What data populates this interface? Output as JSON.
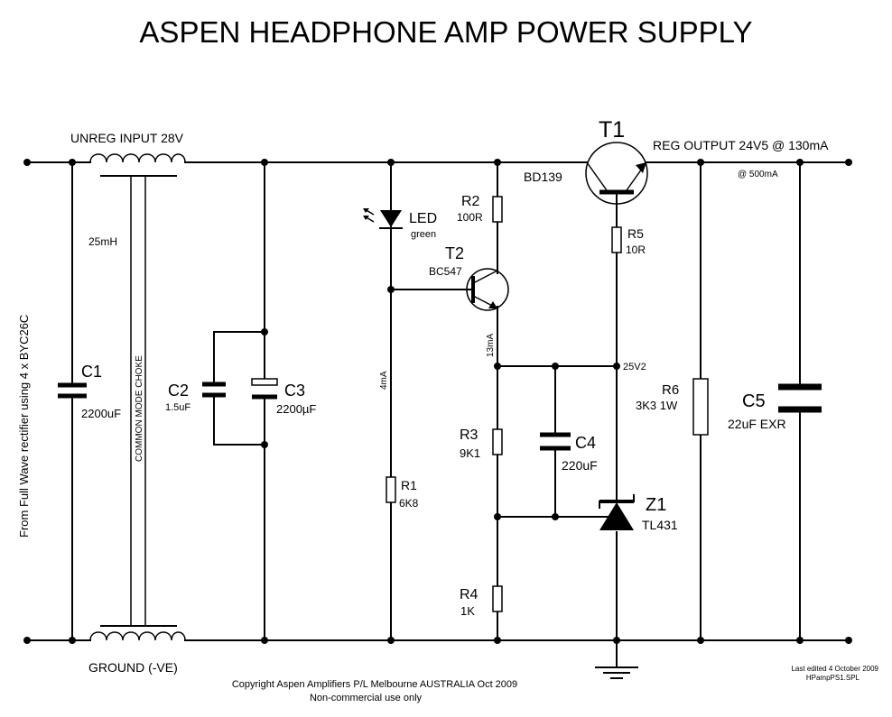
{
  "title": "ASPEN HEADPHONE AMP POWER SUPPLY",
  "input": {
    "label": "UNREG INPUT 28V",
    "ground_label": "GROUND (-VE)",
    "source_note": "From Full Wave rectifier using 4 x BYC26C"
  },
  "choke": {
    "inductance": "25mH",
    "label": "COMMON MODE CHOKE"
  },
  "output": {
    "label": "REG OUTPUT 24V5 @ 130mA",
    "max_current": "@ 500mA"
  },
  "components": {
    "C1": {
      "ref": "C1",
      "value": "2200uF"
    },
    "C2": {
      "ref": "C2",
      "value": "1.5uF"
    },
    "C3": {
      "ref": "C3",
      "value": "2200µF"
    },
    "LED": {
      "ref": "LED",
      "color": "green"
    },
    "R1": {
      "ref": "R1",
      "value": "6K8"
    },
    "R2": {
      "ref": "R2",
      "value": "100R"
    },
    "T2": {
      "ref": "T2",
      "part": "BC547"
    },
    "T1": {
      "ref": "T1",
      "part": "BD139"
    },
    "R5": {
      "ref": "R5",
      "value": "10R"
    },
    "R3": {
      "ref": "R3",
      "value": "9K1"
    },
    "C4": {
      "ref": "C4",
      "value": "220uF"
    },
    "R4": {
      "ref": "R4",
      "value": "1K"
    },
    "Z1": {
      "ref": "Z1",
      "part": "TL431"
    },
    "R6": {
      "ref": "R6",
      "value": "3K3 1W"
    },
    "C5": {
      "ref": "C5",
      "value": "22uF EXR"
    }
  },
  "annotations": {
    "led_current": "4mA",
    "t2_current": "13mA",
    "ref_voltage": "25V2"
  },
  "footer": {
    "copyright": "Copyright Aspen Amplifiers P/L Melbourne AUSTRALIA Oct 2009",
    "license": "Non-commercial use only",
    "edited": "Last edited 4 October 2009",
    "filename": "HPampPS1.SPL"
  }
}
